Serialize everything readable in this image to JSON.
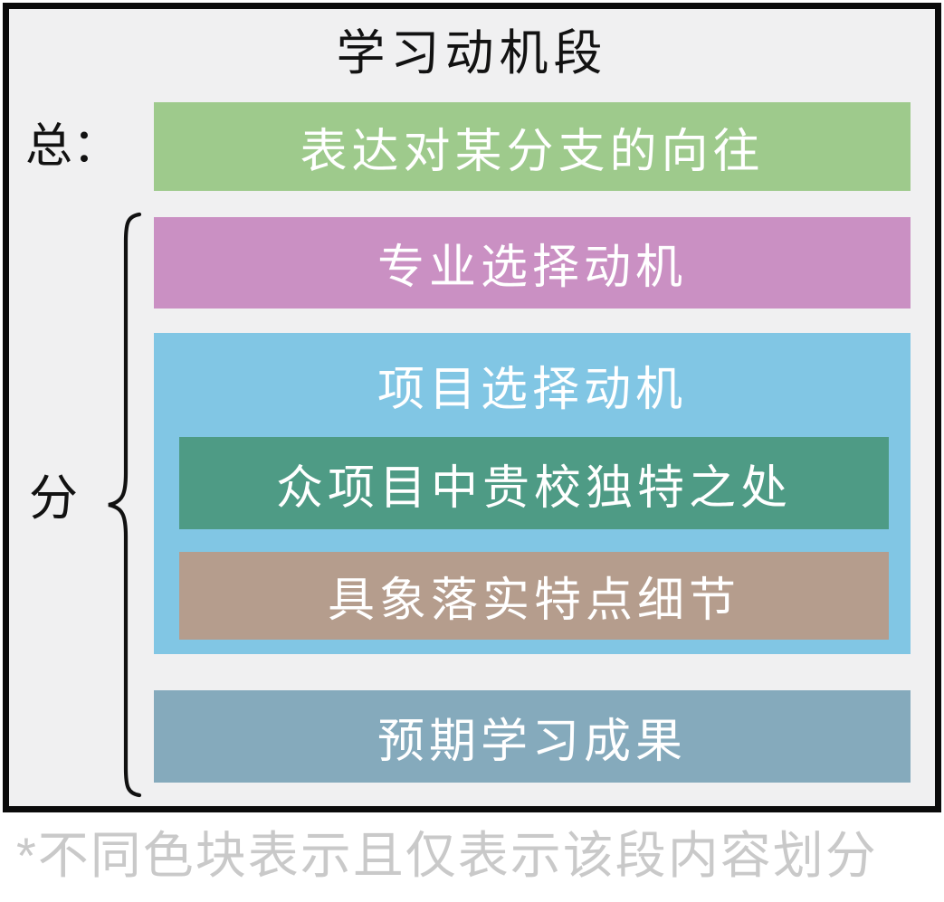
{
  "diagram": {
    "title": "学习动机段",
    "general_label": "总：",
    "detail_label": "分",
    "footnote": "*不同色块表示且仅表示该段内容划分",
    "footnote_color": "#c9c9c9",
    "frame": {
      "background": "#f0f0f1",
      "border_color": "#0b0b0b"
    },
    "blocks": {
      "overall": {
        "text": "表达对某分支的向往",
        "color": "#9eca8c"
      },
      "major_motivation": {
        "text": "专业选择动机",
        "color": "#ca90c3"
      },
      "program_motivation": {
        "text": "项目选择动机",
        "color": "#81c6e4"
      },
      "school_uniqueness": {
        "text": "众项目中贵校独特之处",
        "color": "#4e9b85"
      },
      "concrete_details": {
        "text": "具象落实特点细节",
        "color": "#b59d8d"
      },
      "expected_outcomes": {
        "text": "预期学习成果",
        "color": "#85aabc"
      }
    }
  }
}
